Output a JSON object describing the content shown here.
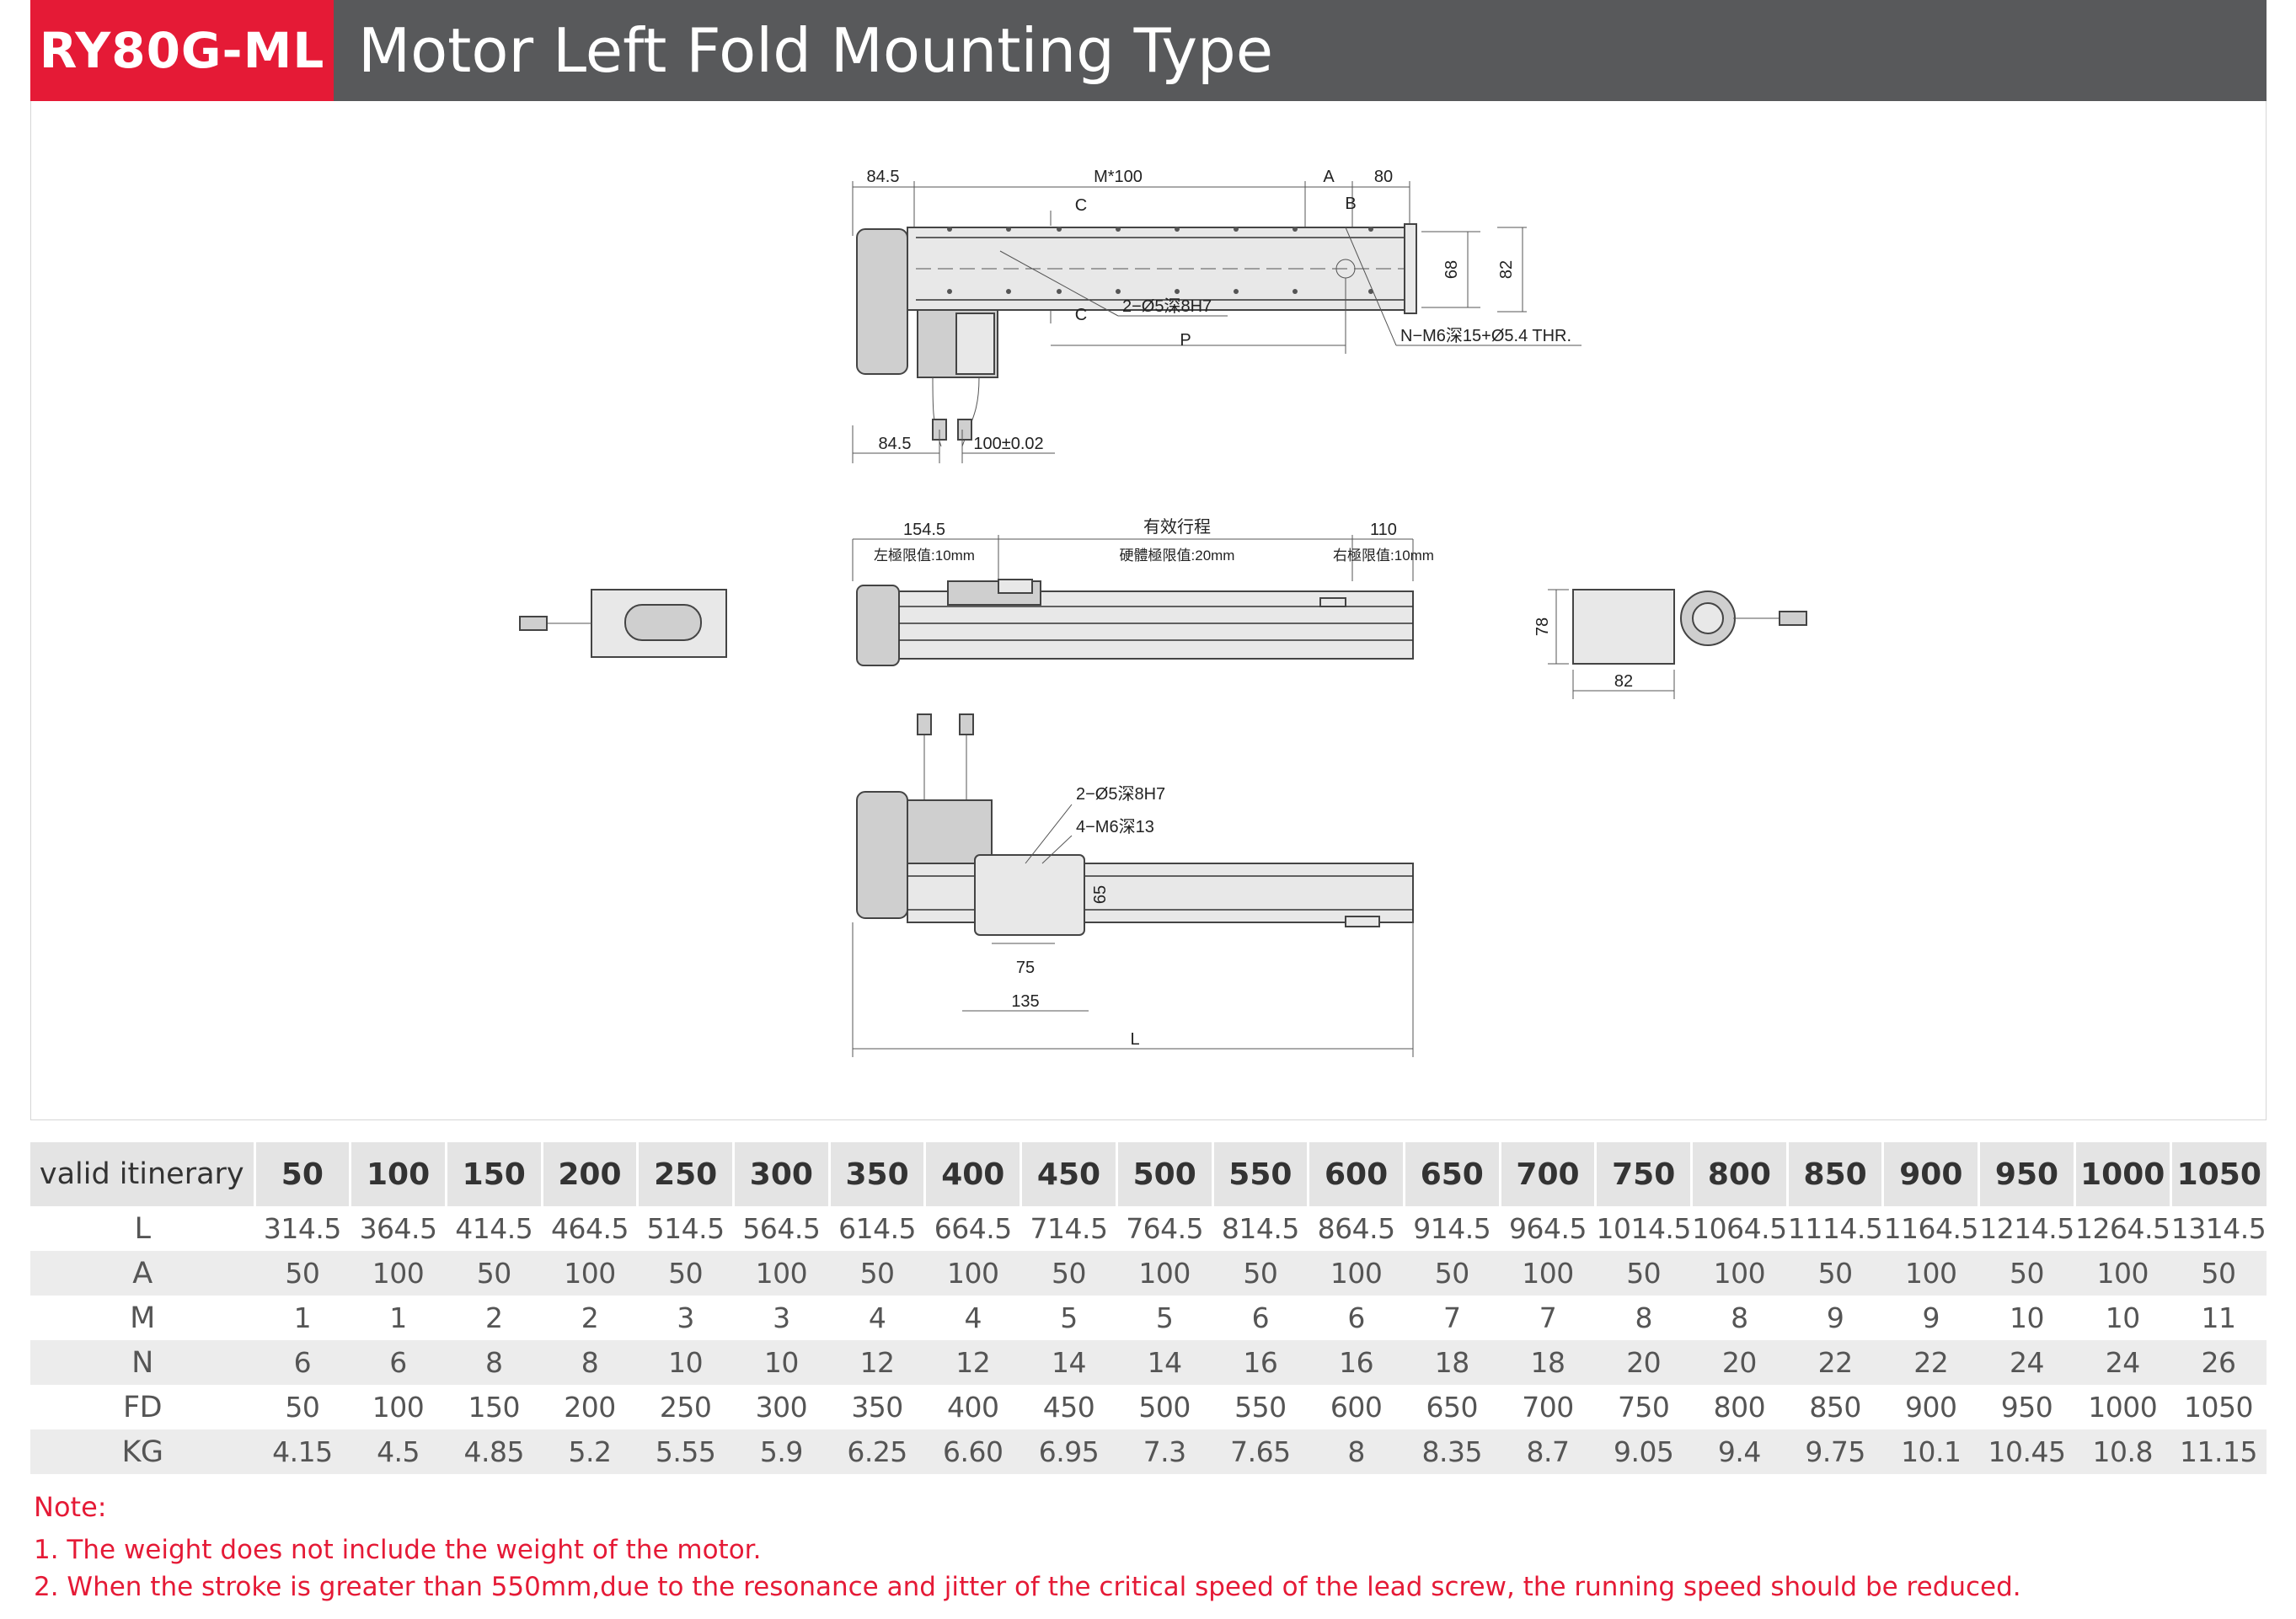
{
  "header": {
    "model": "RY80G-ML",
    "title": "Motor Left Fold Mounting Type"
  },
  "drawing": {
    "top_view": {
      "dim_left": "84.5",
      "dim_pitch": "M*100",
      "dim_a": "A",
      "dim_right": "80",
      "section_c": "C",
      "label_b": "B",
      "dim_68": "68",
      "dim_82": "82",
      "pin_hole": "2−Ø5深8H7",
      "dim_p": "P",
      "thread": "N−M6深15+Ø5.4 THR.",
      "dim_bottom_left": "84.5",
      "dim_tolerance": "100±0.02"
    },
    "side_view": {
      "dim_left": "154.5",
      "left_limit": "左極限值:10mm",
      "stroke": "有效行程",
      "hard_limit": "硬體極限值:20mm",
      "dim_right": "110",
      "right_limit": "右極限值:10mm",
      "end_height": "78",
      "end_width": "82"
    },
    "bottom_view": {
      "pin_hole": "2−Ø5深8H7",
      "thread": "4−M6深13",
      "dim_65": "65",
      "dim_75": "75",
      "dim_135": "135",
      "dim_l": "L"
    }
  },
  "table": {
    "header_label": "valid itinerary",
    "columns": [
      "50",
      "100",
      "150",
      "200",
      "250",
      "300",
      "350",
      "400",
      "450",
      "500",
      "550",
      "600",
      "650",
      "700",
      "750",
      "800",
      "850",
      "900",
      "950",
      "1000",
      "1050"
    ],
    "rows": [
      {
        "label": "L",
        "values": [
          "314.5",
          "364.5",
          "414.5",
          "464.5",
          "514.5",
          "564.5",
          "614.5",
          "664.5",
          "714.5",
          "764.5",
          "814.5",
          "864.5",
          "914.5",
          "964.5",
          "1014.5",
          "1064.5",
          "1114.5",
          "1164.5",
          "1214.5",
          "1264.5",
          "1314.5"
        ]
      },
      {
        "label": "A",
        "values": [
          "50",
          "100",
          "50",
          "100",
          "50",
          "100",
          "50",
          "100",
          "50",
          "100",
          "50",
          "100",
          "50",
          "100",
          "50",
          "100",
          "50",
          "100",
          "50",
          "100",
          "50"
        ]
      },
      {
        "label": "M",
        "values": [
          "1",
          "1",
          "2",
          "2",
          "3",
          "3",
          "4",
          "4",
          "5",
          "5",
          "6",
          "6",
          "7",
          "7",
          "8",
          "8",
          "9",
          "9",
          "10",
          "10",
          "11"
        ]
      },
      {
        "label": "N",
        "values": [
          "6",
          "6",
          "8",
          "8",
          "10",
          "10",
          "12",
          "12",
          "14",
          "14",
          "16",
          "16",
          "18",
          "18",
          "20",
          "20",
          "22",
          "22",
          "24",
          "24",
          "26"
        ]
      },
      {
        "label": "FD",
        "values": [
          "50",
          "100",
          "150",
          "200",
          "250",
          "300",
          "350",
          "400",
          "450",
          "500",
          "550",
          "600",
          "650",
          "700",
          "750",
          "800",
          "850",
          "900",
          "950",
          "1000",
          "1050"
        ]
      },
      {
        "label": "KG",
        "values": [
          "4.15",
          "4.5",
          "4.85",
          "5.2",
          "5.55",
          "5.9",
          "6.25",
          "6.60",
          "6.95",
          "7.3",
          "7.65",
          "8",
          "8.35",
          "8.7",
          "9.05",
          "9.4",
          "9.75",
          "10.1",
          "10.45",
          "10.8",
          "11.15"
        ]
      }
    ]
  },
  "notes": {
    "title": "Note:",
    "items": [
      "1.  The weight does not include the weight of the motor.",
      "2. When the stroke is greater than 550mm,due to the resonance and jitter of the critical speed of the lead screw, the running speed should be reduced."
    ]
  },
  "colors": {
    "accent_red": "#e51a36",
    "header_gray": "#58595b",
    "table_header": "#e4e4e4",
    "table_stripe": "#ececec"
  }
}
